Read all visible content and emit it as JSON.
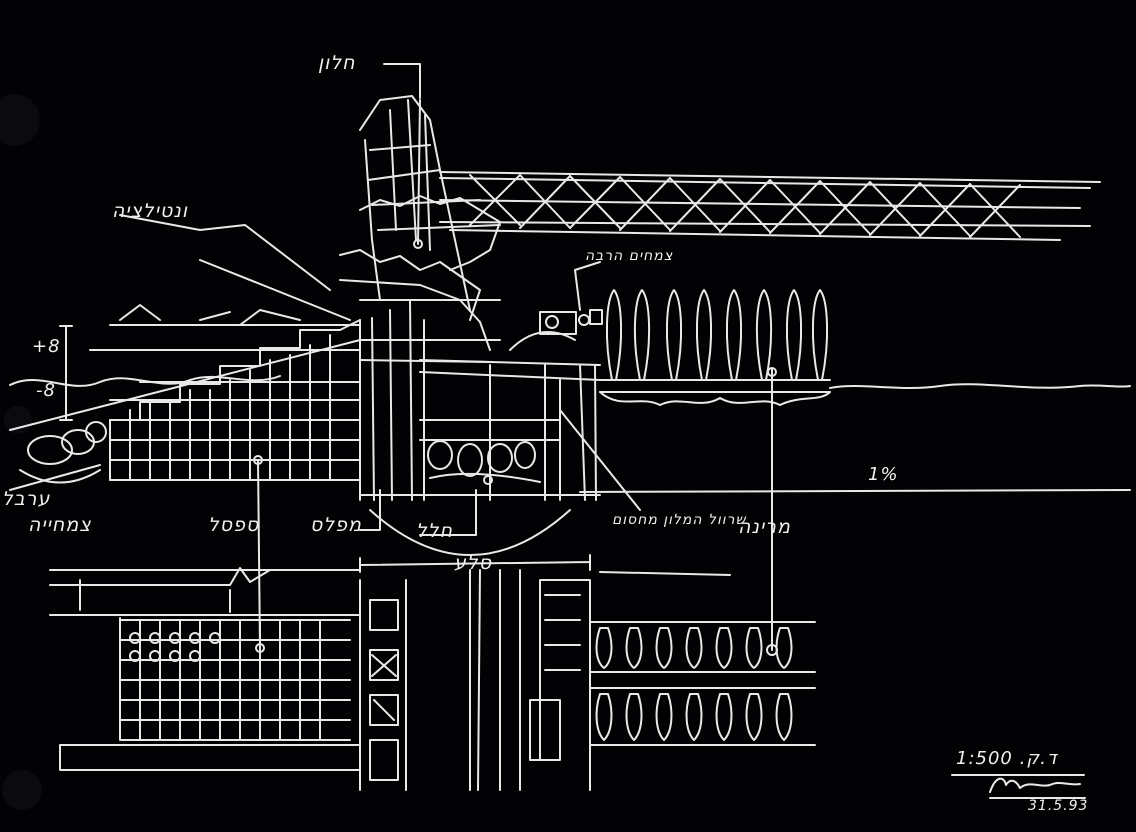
{
  "labels": {
    "top_tower": "חלון",
    "left_upper": "ונטילציה",
    "right_upper": "צמחים הרבה",
    "far_left": "ערבל",
    "bottom_left_1": "צמחייה",
    "bottom_left_2": "ספסל",
    "bottom_center_1": "מפלס",
    "bottom_center_2": "חלל",
    "bottom_right_1": "שרוול המלון מחסום",
    "bottom_right_2": "מרינה",
    "dimension": "סלע"
  },
  "elevations": {
    "plus": "+8",
    "minus": "-8"
  },
  "slope": "1%",
  "title_block": {
    "scale": "1:500 .ד.ק",
    "date": "31.5.93"
  }
}
